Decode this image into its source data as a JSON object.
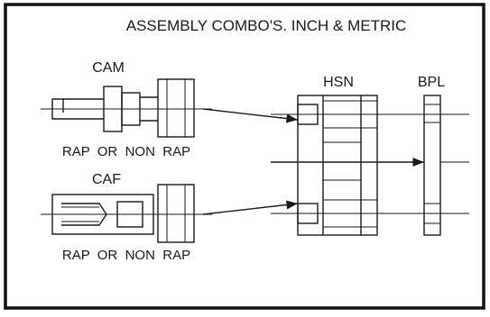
{
  "title": "ASSEMBLY COMBO'S. INCH & METRIC",
  "labels": {
    "cam": "CAM",
    "caf": "CAF",
    "hsn": "HSN",
    "bpl": "BPL",
    "cam_caption": "RAP  OR  NON  RAP",
    "caf_caption": "RAP  OR  NON  RAP"
  },
  "colors": {
    "ink": "#1a1a1a",
    "background": "#ffffff"
  }
}
